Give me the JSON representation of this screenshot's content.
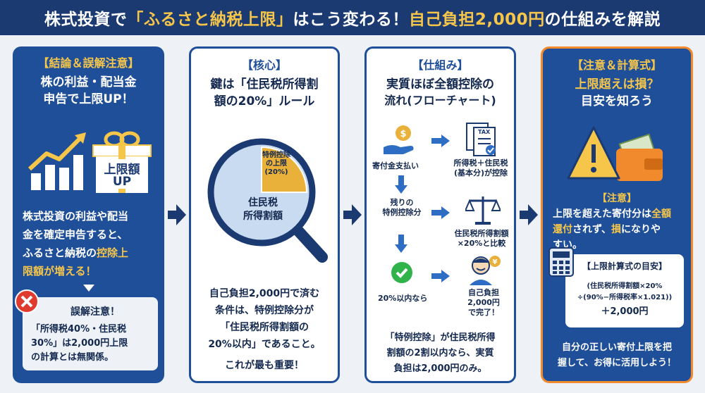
{
  "header": {
    "title_pre": "株式投資で",
    "title_hl": "「ふるさと納税上限」",
    "title_mid": "はこう変わる！",
    "title_hl2": "自己負担2,000円",
    "title_post": "の仕組みを解説"
  },
  "card1": {
    "tag": "【結論＆誤解注意】",
    "heading1": "株の利益・配当金",
    "heading2": "申告で上限UP！",
    "gift_label1": "上限額",
    "gift_label2": "UP",
    "body1": "株式投資の利益や配当",
    "body2": "金を確定申告すると、",
    "body3_pre": "ふるさと納税の",
    "body3_hl": "控除上",
    "body4_hl": "限額が増える！",
    "warn_title": "誤解注意！",
    "warn_line1": "「所得税40%・住民税",
    "warn_line2": "30%」は2,000円上限",
    "warn_line3": "の計算とは無関係。"
  },
  "card2": {
    "tag": "【核心】",
    "heading1": "鍵は「住民税所得割",
    "heading2": "額の20%」ルール",
    "pie_slice1": "特例控除",
    "pie_slice2": "の上限",
    "pie_slice3": "(20%)",
    "pie_main1": "住民税",
    "pie_main2": "所得割額",
    "body1": "自己負担2,000円で済む",
    "body2": "条件は、特例控除分が",
    "body3": "「住民税所得割額の",
    "body4": "20%以内」であること。",
    "body5": "これが最も重要！"
  },
  "card3": {
    "tag": "【仕組み】",
    "heading1": "実質ほぼ全額控除の",
    "heading2": "流れ(フローチャート)",
    "step1": "寄付金支払い",
    "step2a": "所得税＋住民税",
    "step2b": "(基本分)が控除",
    "step3a": "残りの",
    "step3b": "特例控除分",
    "step4a": "住民税所得割額",
    "step4b": "×20%と比較",
    "step5": "20%以内なら",
    "step6a": "自己負担",
    "step6b": "2,000円",
    "step6c": "で完了！",
    "tax_label": "TAX",
    "body1": "「特例控除」が住民税所得",
    "body2": "割額の2割以内なら、実質",
    "body3": "負担は2,000円のみ。"
  },
  "card4": {
    "tag": "【注意＆計算式】",
    "heading1": "上限超えは損？",
    "heading2": "目安を知ろう",
    "note_tag": "【注意】",
    "note1_pre": "上限を超えた寄付分は",
    "note1_hl": "全額",
    "note2_hl": "還付",
    "note2_mid": "されず、",
    "note2_hl2": "損",
    "note2_post": "になりや",
    "note3": "すい。",
    "calc_title": "【上限計算式の目安】",
    "calc1": "(住民税所得割額×20%",
    "calc2": "÷(90%−所得税率×1.021))",
    "calc3": "＋2,000円",
    "foot1": "自分の正しい寄付上限を把",
    "foot2": "握して、お得に活用しよう！"
  },
  "colors": {
    "navy": "#1b3a72",
    "blue": "#1f4f99",
    "gold": "#f6c64a",
    "orange": "#f08a2c",
    "red": "#e03b2f",
    "green": "#2fb34a"
  }
}
